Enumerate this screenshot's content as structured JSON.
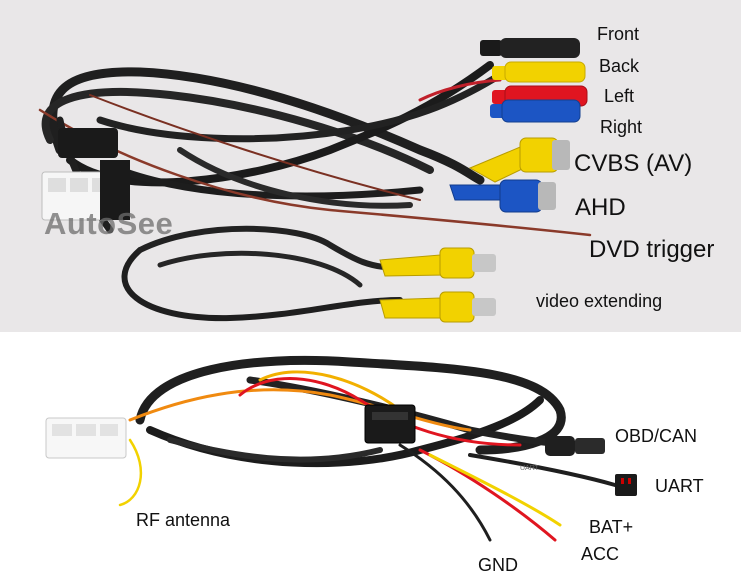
{
  "watermark": "AutoSee",
  "top_panel": {
    "labels": {
      "front": "Front",
      "back": "Back",
      "left": "Left",
      "right": "Right",
      "cvbs": "CVBS (AV)",
      "ahd": "AHD",
      "dvd": "DVD trigger",
      "video": "video extending"
    }
  },
  "bottom_panel": {
    "labels": {
      "obd": "OBD/CAN",
      "uart": "UART",
      "rf": "RF antenna",
      "bat": "BAT+",
      "acc": "ACC",
      "gnd": "GND"
    },
    "cable_print": "UART"
  },
  "colors": {
    "background_top": "#e9e7e8",
    "background_bottom": "#ffffff",
    "cable_black": "#1f1f1f",
    "plug_yellow": "#f2d200",
    "plug_red": "#e01520",
    "plug_blue": "#1c55c4",
    "wire_brown": "#8a3a2a",
    "wire_orange": "#f08a10"
  }
}
